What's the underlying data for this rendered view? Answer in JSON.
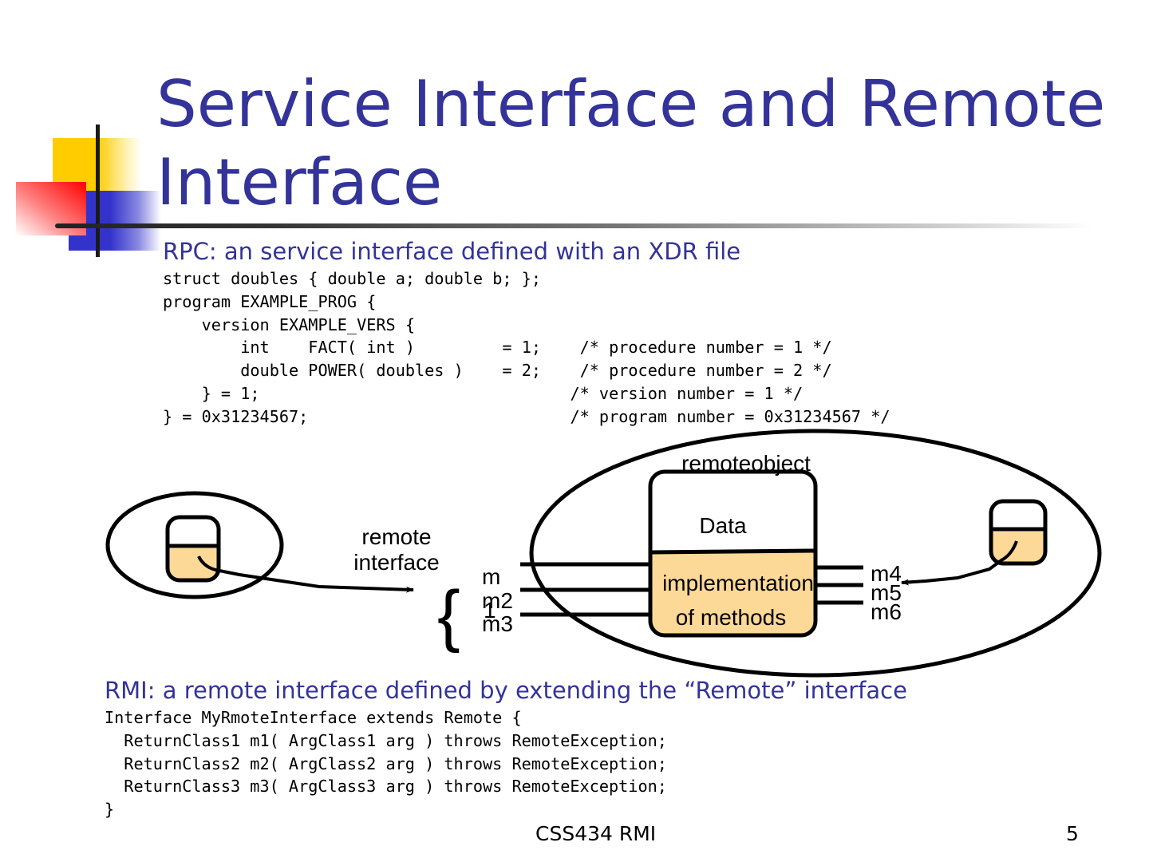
{
  "slide": {
    "title": "Service Interface and Remote Interface",
    "rpc": {
      "heading": "RPC: an service interface defined with an XDR file",
      "code_lines": [
        "struct doubles { double a; double b; };",
        "program EXAMPLE_PROG {",
        "    version EXAMPLE_VERS {",
        "        int    FACT( int )         = 1;    /* procedure number = 1 */",
        "        double POWER( doubles )    = 2;    /* procedure number = 2 */",
        "    } = 1;                                /* version number = 1 */",
        "} = 0x31234567;                           /* program number = 0x31234567 */"
      ]
    },
    "diagram": {
      "remote_object_label": "remoteobject",
      "data_label": "Data",
      "impl_label_line1": "implementation",
      "impl_label_line2": "of methods",
      "remote_interface_line1": "remote",
      "remote_interface_line2": "interface",
      "brace": "{",
      "left_methods": [
        "m",
        "m2",
        "1",
        "m3"
      ],
      "right_methods": [
        "m4",
        "m5",
        "m6"
      ],
      "colors": {
        "fill": "#fcd997",
        "stroke": "#000000"
      }
    },
    "rmi": {
      "heading": "RMI: a remote interface defined by extending the “Remote” interface",
      "code_lines": [
        "Interface MyRmoteInterface extends Remote {",
        "  ReturnClass1 m1( ArgClass1 arg ) throws RemoteException;",
        "  ReturnClass2 m2( ArgClass2 arg ) throws RemoteException;",
        "  ReturnClass3 m3( ArgClass3 arg ) throws RemoteException;",
        "}"
      ]
    },
    "footer": {
      "center": "CSS434 RMI",
      "page_number": "5"
    },
    "colors": {
      "title": "#333399",
      "yellow": "#ffcc00",
      "red": "#ff0000",
      "blue": "#3333cc"
    }
  }
}
